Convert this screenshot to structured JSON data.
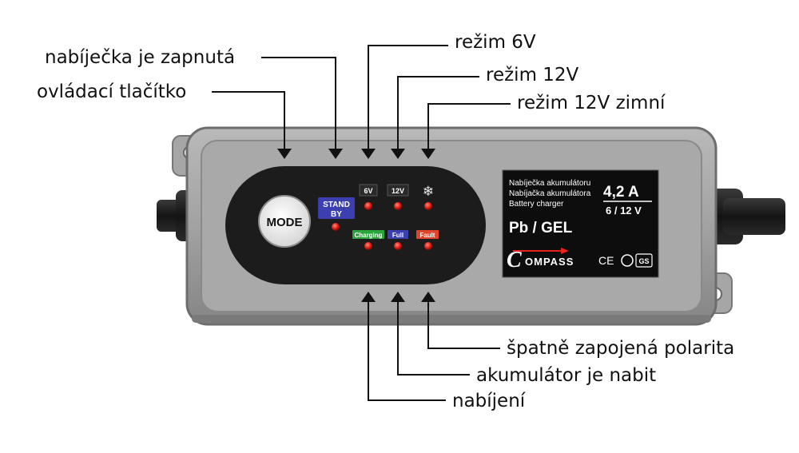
{
  "callouts": {
    "power_on": "nabíječka je zapnutá",
    "mode_button": "ovládací tlačítko",
    "mode_6v": "režim 6V",
    "mode_12v": "režim 12V",
    "mode_12v_winter": "režim 12V zimní",
    "wrong_polarity": "špatně zapojená polarita",
    "battery_charged": "akumulátor je nabit",
    "charging": "nabíjení"
  },
  "device": {
    "mode_button": "MODE",
    "standby_line1": "STAND",
    "standby_line2": "BY",
    "label_6v": "6V",
    "label_12v": "12V",
    "snowflake": "❄",
    "label_charging": "Charging",
    "label_full": "Full",
    "label_fault": "Fault",
    "label_panel": {
      "line1": "Nabíječka akumulátoru",
      "line2": "Nabíjačka akumulátora",
      "line3": "Battery charger",
      "current": "4,2 A",
      "voltage": "6 / 12 V",
      "type": "Pb / GEL",
      "brand_c": "C",
      "brand_rest": "OMPASS",
      "ce": "CE",
      "gs": "GS"
    }
  },
  "colors": {
    "housing": "#9c9c9c",
    "panel": "#1c1c1c",
    "led_red": "#e8231a",
    "standby_badge": "#3b3fb0",
    "charging_badge": "#2aa53a",
    "full_badge": "#3b3fb0",
    "fault_badge": "#e0442a"
  }
}
